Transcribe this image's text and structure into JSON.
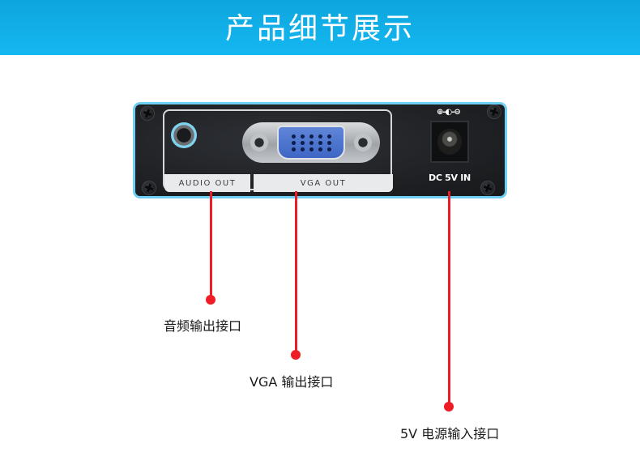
{
  "header": {
    "title": "产品细节展示",
    "background_color": "#14b8f2"
  },
  "device": {
    "audio_label": "AUDIO OUT",
    "vga_label": "VGA OUT",
    "power_symbol": "⊕-◐-⊖",
    "dc_label": "DC 5V IN",
    "border_color": "#6fcff2",
    "vga_color": "#4a72cf"
  },
  "callouts": [
    {
      "label": "音频输出接口",
      "target": "audio-out"
    },
    {
      "label": "VGA 输出接口",
      "target": "vga-out"
    },
    {
      "label": "5V 电源输入接口",
      "target": "dc-in"
    }
  ],
  "accent_color": "#ee1c24"
}
